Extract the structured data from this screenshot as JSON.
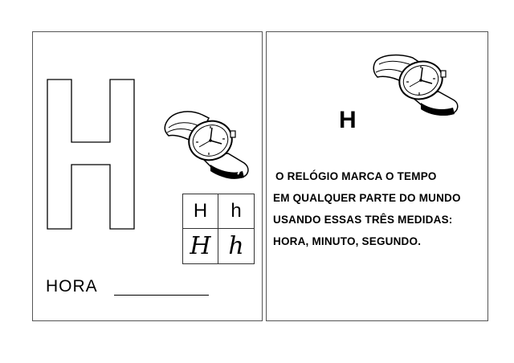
{
  "left": {
    "big_letter": "H",
    "grid": {
      "upper_print": "H",
      "lower_print": "h",
      "upper_cursive": "H",
      "lower_cursive": "h"
    },
    "word": "HORA"
  },
  "right": {
    "letter": "H",
    "verse": [
      "O RELÓGIO MARCA O TEMPO",
      "EM QUALQUER PARTE DO MUNDO",
      "USANDO ESSAS TRÊS MEDIDAS:",
      "HORA, MINUTO, SEGUNDO."
    ]
  },
  "icons": {
    "left_watch": "wristwatch-icon",
    "right_watch": "wristwatch-icon"
  }
}
